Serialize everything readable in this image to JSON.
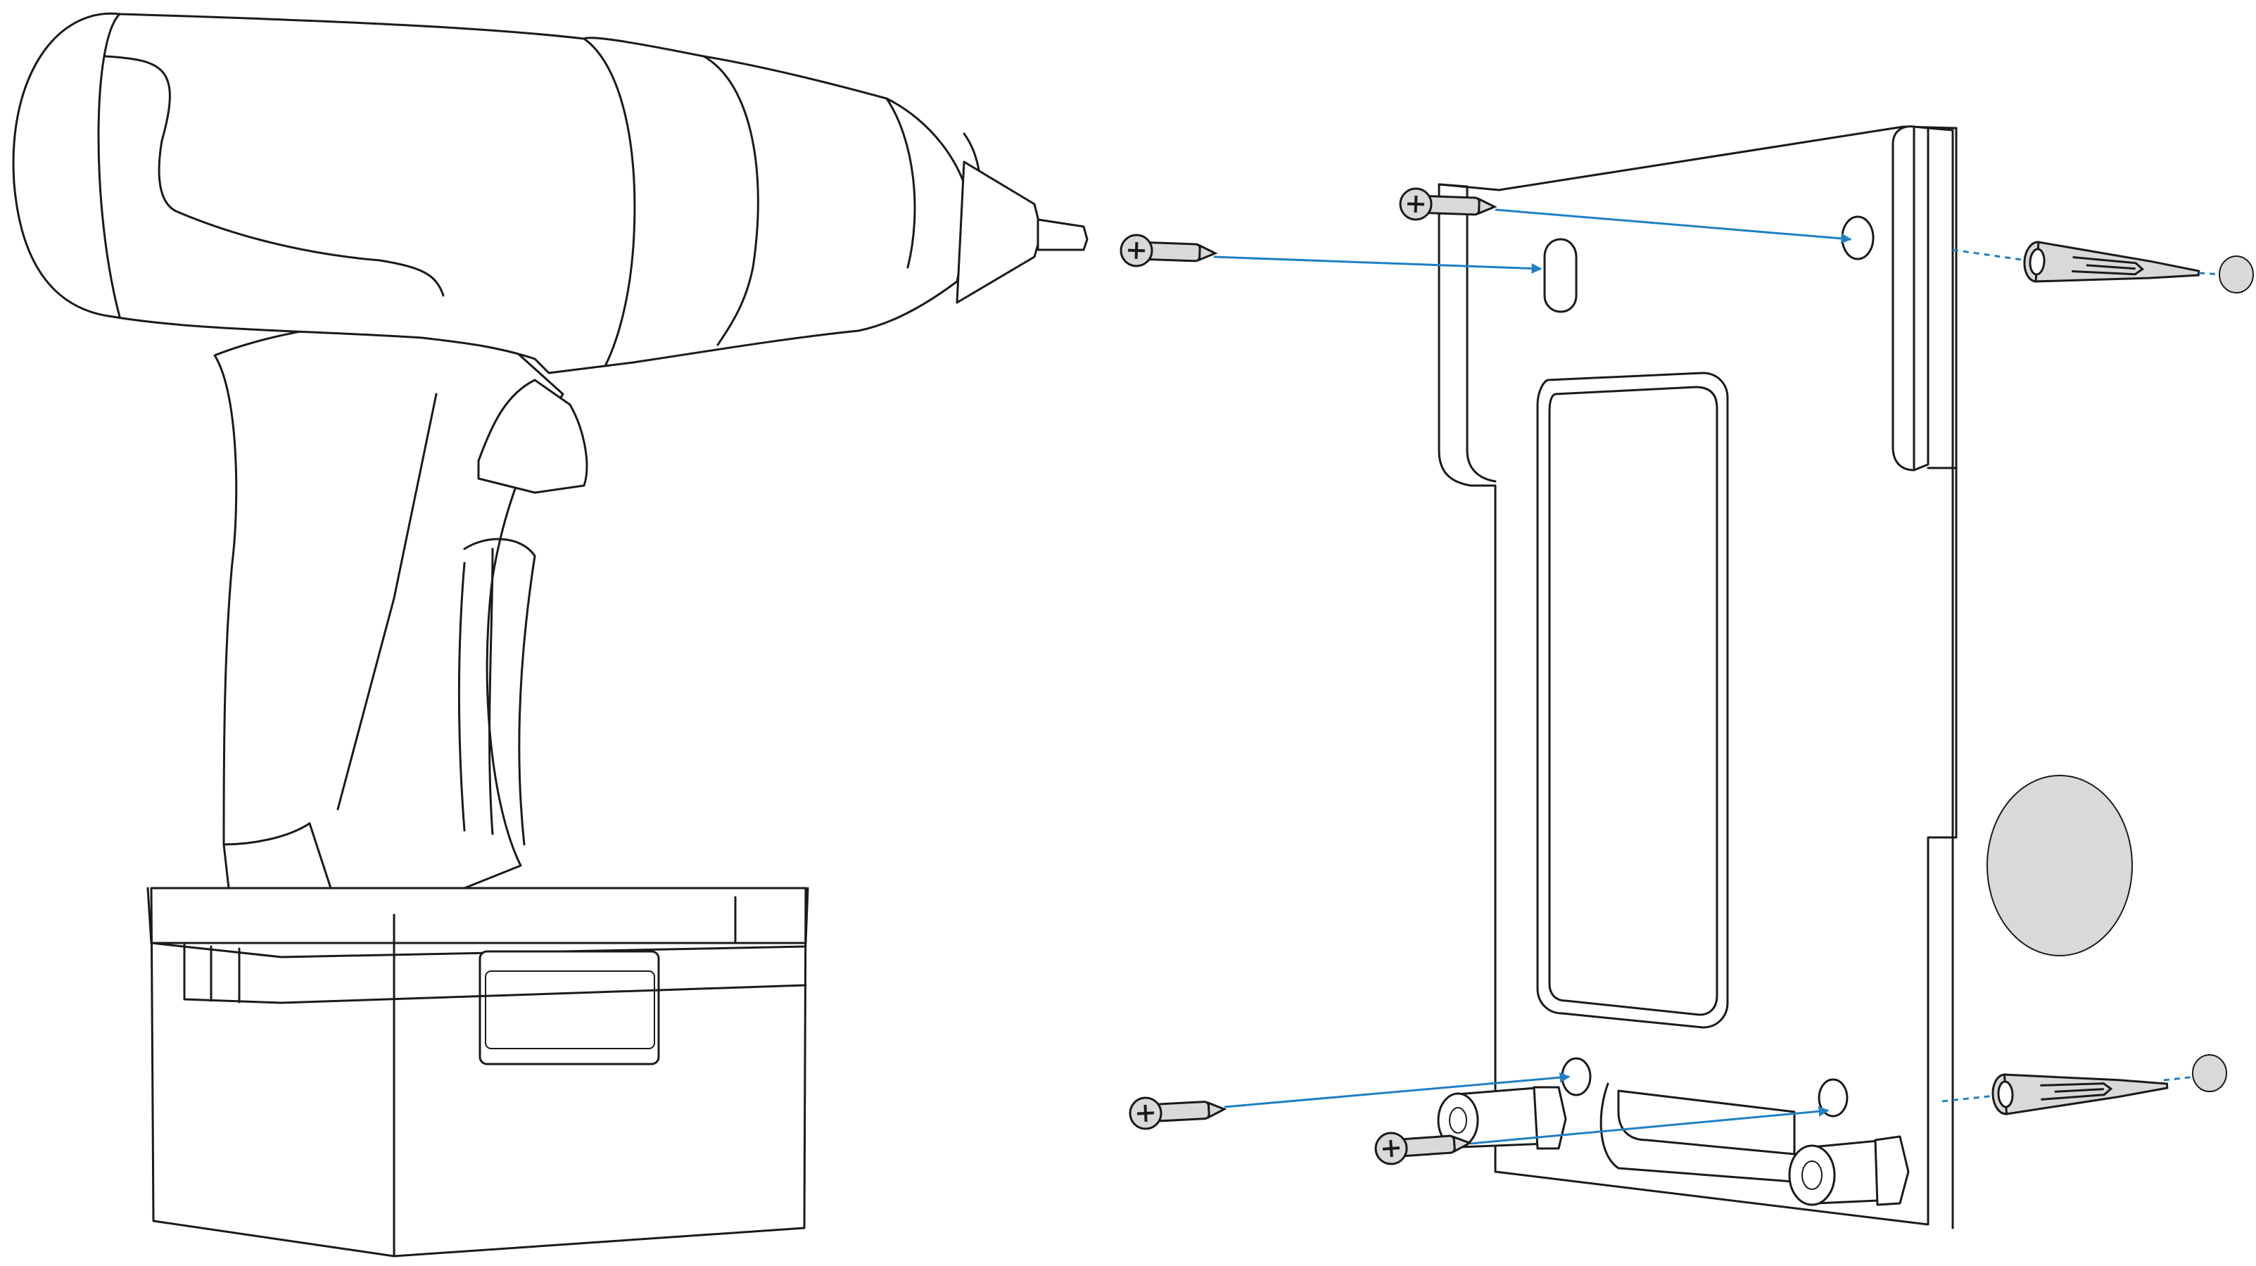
{
  "figure": {
    "subject": "drill-and-wall-bracket-installation",
    "colors": {
      "line": "#1a1a1a",
      "arrow": "#1f7fc4",
      "part_fill": "#d9d9d9",
      "background": "#ffffff"
    },
    "screws_shown": 4,
    "wall_anchors_shown": 2
  }
}
